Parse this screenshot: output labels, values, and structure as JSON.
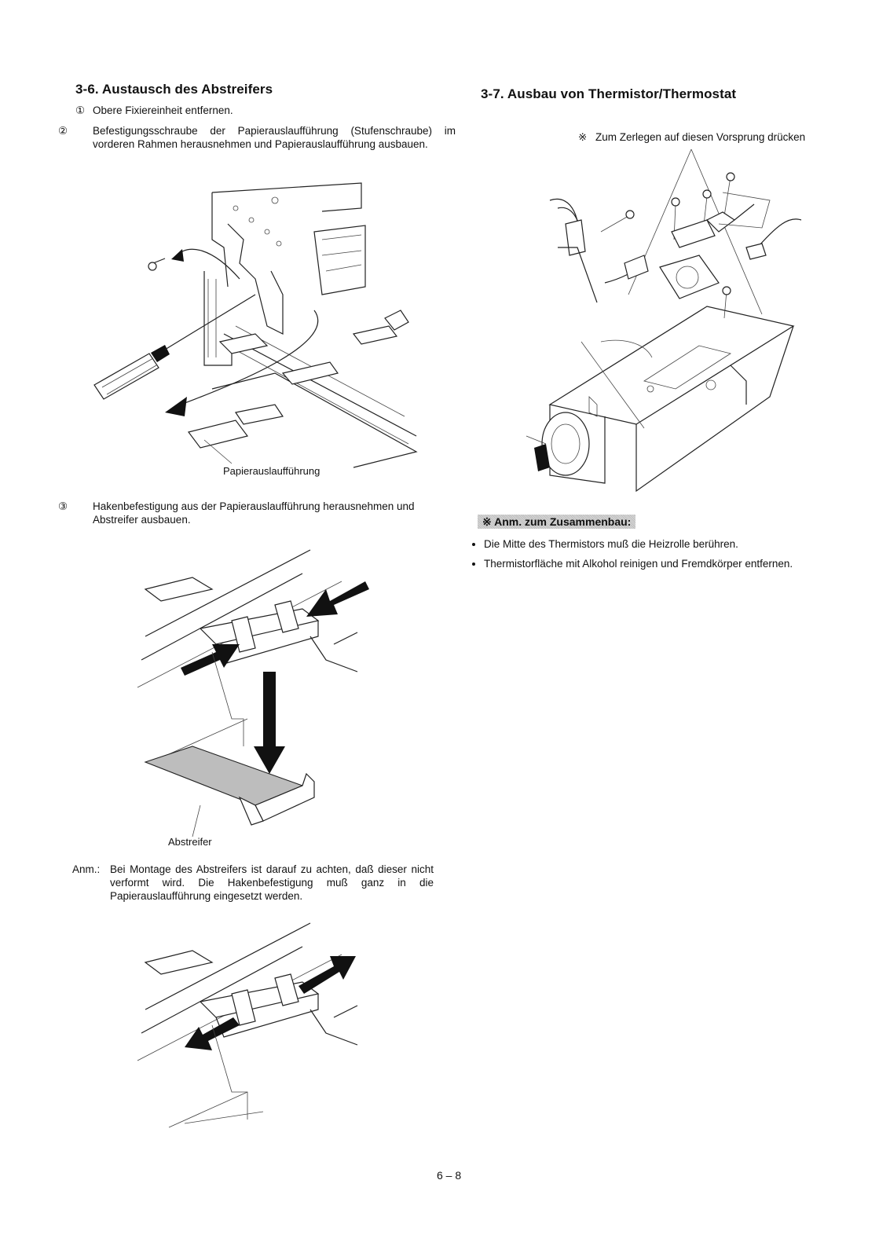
{
  "left": {
    "title": "3-6. Austausch des Abstreifers",
    "step1": {
      "num": "①",
      "text": "Obere Fixiereinheit entfernen."
    },
    "step2": {
      "num": "②",
      "text": "Befestigungsschraube der Papierauslaufführung (Stufenschraube) im vorderen Rahmen herausnehmen und Papierauslaufführung ausbauen."
    },
    "fig1_label": "Papierauslaufführung",
    "step3": {
      "num": "③",
      "text": "Hakenbefestigung aus der Papierauslaufführung herausnehmen und Abstreifer ausbauen."
    },
    "fig2_label": "Abstreifer",
    "note_label": "Anm.:",
    "note_text": "Bei Montage des Abstreifers ist darauf zu achten, daß dieser nicht verformt wird. Die Hakenbefestigung muß ganz in die Papierauslaufführung eingesetzt werden."
  },
  "right": {
    "title": "3-7. Ausbau von Thermistor/Thermostat",
    "fig_note_mark": "※",
    "fig_note": "Zum Zerlegen auf diesen Vorsprung drücken",
    "assembly_header": "※ Anm. zum Zusammenbau:",
    "bullets": [
      "Die Mitte des Thermistors muß die Heizrolle berühren.",
      "Thermistorfläche mit Alkohol reinigen und Fremdkörper entfernen."
    ]
  },
  "page_number": "6 – 8"
}
